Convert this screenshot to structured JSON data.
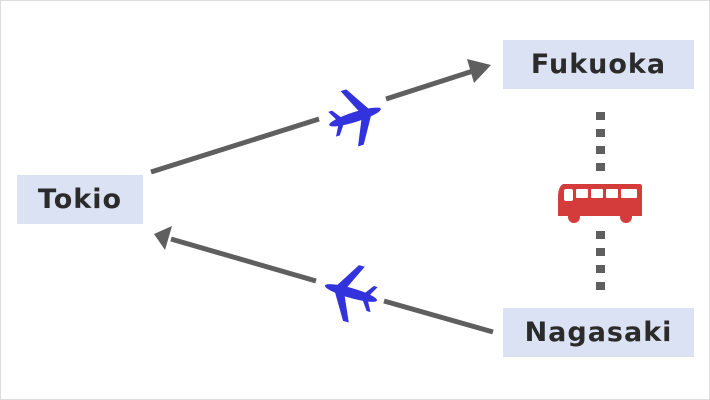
{
  "cities": {
    "tokio": "Tokio",
    "fukuoka": "Fukuoka",
    "nagasaki": "Nagasaki"
  },
  "colors": {
    "box": "#dbe2f4",
    "arrow": "#5f5f5f",
    "plane": "#3333dd",
    "bus": "#d43c3c"
  },
  "icons": {
    "plane": "airplane-icon",
    "bus": "bus-icon"
  }
}
